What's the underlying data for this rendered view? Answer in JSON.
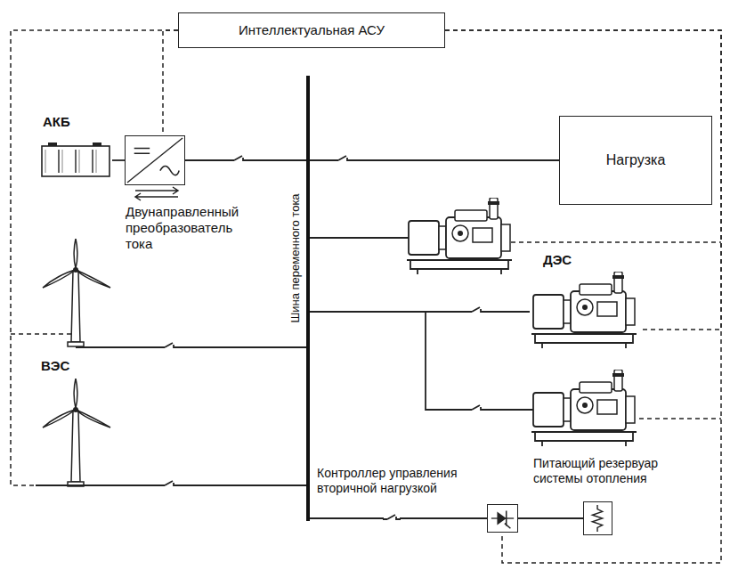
{
  "diagram": {
    "nodes": [
      {
        "text": [
          "Интеллектуальная АСУ"
        ]
      },
      {
        "text": [
          "АКБ"
        ]
      },
      {
        "text": [
          "Двунаправленный преобразователь тока"
        ]
      },
      {
        "text": [
          "Шина переменного тока"
        ]
      },
      {
        "text": [
          "Нагрузка"
        ]
      },
      {
        "text": [
          "ДЭС"
        ]
      },
      {
        "text": [
          "ВЭС"
        ]
      },
      {
        "text": [
          "Контроллер управления вторичной нагрузкой"
        ]
      },
      {
        "text": [
          "Питающий резервуар системы отопления"
        ]
      }
    ],
    "edges": [
      {
        "from": 1,
        "to": 2,
        "arrow": "none"
      },
      {
        "from": 2,
        "to": 3,
        "arrow": "none"
      },
      {
        "from": 6,
        "to": 3,
        "arrow": "none"
      },
      {
        "from": 3,
        "to": 4,
        "arrow": "none"
      },
      {
        "from": 3,
        "to": 5,
        "arrow": "none"
      },
      {
        "from": 3,
        "to": 7,
        "arrow": "none"
      },
      {
        "from": 7,
        "to": 8,
        "arrow": "none"
      },
      {
        "from": 0,
        "to": 2,
        "arrow": "none"
      },
      {
        "from": 0,
        "to": 6,
        "arrow": "none"
      },
      {
        "from": 0,
        "to": 5,
        "arrow": "none"
      },
      {
        "from": 0,
        "to": 7,
        "arrow": "none"
      }
    ]
  }
}
